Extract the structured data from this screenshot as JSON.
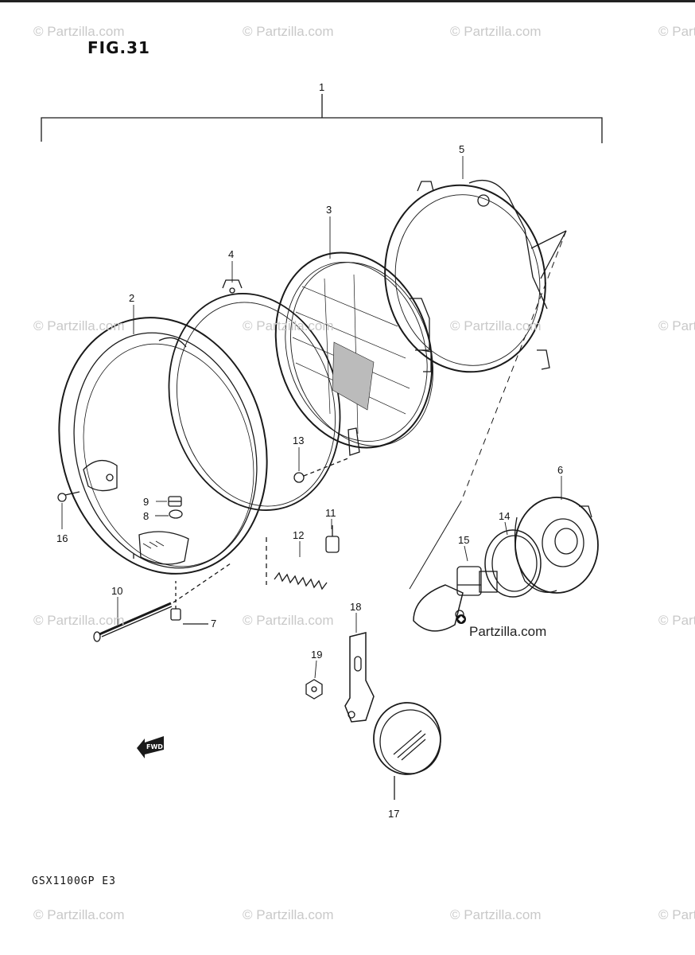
{
  "figure": {
    "title": "FIG.31",
    "model": "GSX1100GP E3"
  },
  "callouts": [
    "1",
    "2",
    "3",
    "4",
    "5",
    "6",
    "7",
    "8",
    "9",
    "10",
    "11",
    "12",
    "13",
    "14",
    "15",
    "16",
    "17",
    "18",
    "19"
  ],
  "watermark": {
    "text": "© Partzilla.com"
  },
  "brand": {
    "text": "Partzilla.com"
  },
  "icons": {
    "fwd_arrow": "fwd-arrow-icon",
    "brand_logo": "partzilla-logo-icon"
  }
}
